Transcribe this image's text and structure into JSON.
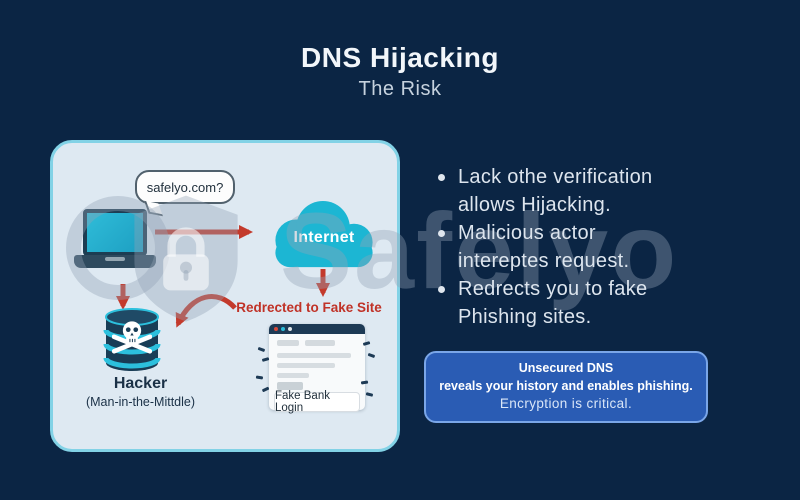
{
  "title": {
    "main": "DNS Hijacking",
    "subtitle": "The Risk"
  },
  "watermark": {
    "text": "Safelyo"
  },
  "diagram": {
    "speech_bubble": "safelyo.com?",
    "cloud_label": "Internet",
    "redirect_caption": "Redrected to Fake Site",
    "fake_window_label": "Fake Bank Login",
    "hacker_label": "Hacker",
    "hacker_sublabel": "(Man-in-the-Mittdle)"
  },
  "bullets": [
    {
      "text": "Lack othe verification\nallows Hijacking."
    },
    {
      "text": "Malicious actor\nintereptes request."
    },
    {
      "text": "Redrects you to fake\nPhishing sites."
    }
  ],
  "info_box": {
    "line1": "Unsecured DNS",
    "line2": "reveals your history and enables phishing.",
    "line3": "Encryption is critical."
  },
  "colors": {
    "background": "#0b2544",
    "panel_fill": "#dee9f2",
    "panel_border": "#82d2e6",
    "cloud": "#1cb6d3",
    "arrow_red": "#c33a2c",
    "caption_red": "#c03227",
    "info_box_fill": "#2a5cb4",
    "info_box_border": "#7aa6e8",
    "db_navy": "#193d56",
    "db_stripe": "#2cc0dd"
  }
}
